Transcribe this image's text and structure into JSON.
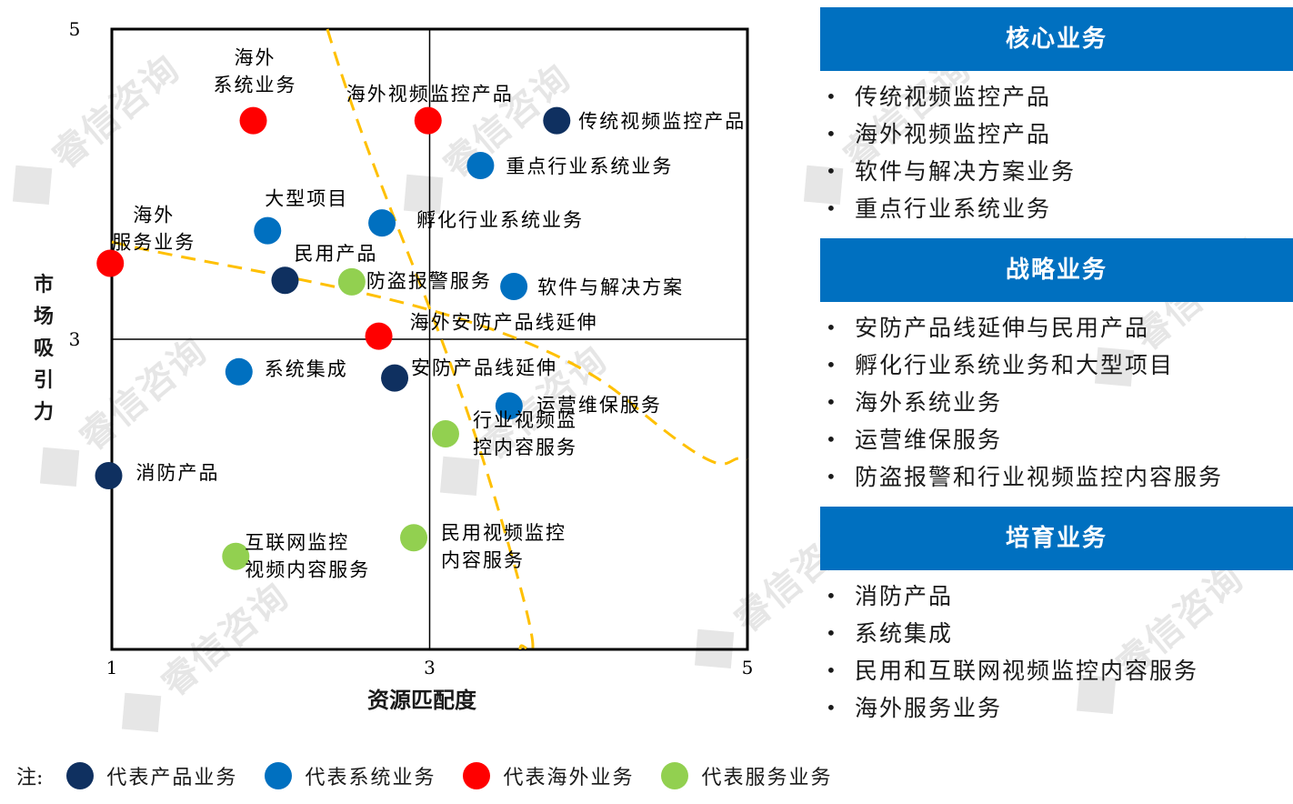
{
  "watermark_text": "睿信咨询",
  "chart_data": {
    "type": "scatter",
    "xlabel": "资源匹配度",
    "ylabel": "市场吸引力",
    "xlim": [
      1,
      5
    ],
    "ylim": [
      1,
      5
    ],
    "x_ticks": [
      "1",
      "3",
      "5"
    ],
    "y_ticks": [
      "3",
      "5"
    ],
    "quadrant_dividers": {
      "x": 3,
      "y": 3
    },
    "colors": {
      "product": "#0f3060",
      "system": "#0070c0",
      "overseas": "#ff0000",
      "service": "#92d050",
      "curve": "#ffc000"
    },
    "points": [
      {
        "label": "海外\n系统业务",
        "x": 1.89,
        "y": 4.41,
        "group": "overseas"
      },
      {
        "label": "海外视频监控产品",
        "x": 2.99,
        "y": 4.41,
        "group": "overseas"
      },
      {
        "label": "传统视频监控产品",
        "x": 3.8,
        "y": 4.41,
        "group": "product"
      },
      {
        "label": "重点行业系统业务",
        "x": 3.32,
        "y": 4.12,
        "group": "system"
      },
      {
        "label": "大型项目",
        "x": 1.98,
        "y": 3.7,
        "group": "system"
      },
      {
        "label": "孵化行业系统业务",
        "x": 2.7,
        "y": 3.75,
        "group": "system"
      },
      {
        "label": "海外\n服务业务",
        "x": 0.99,
        "y": 3.49,
        "group": "overseas"
      },
      {
        "label": "民用产品",
        "x": 2.09,
        "y": 3.38,
        "group": "product"
      },
      {
        "label": "防盗报警服务",
        "x": 2.51,
        "y": 3.37,
        "group": "service"
      },
      {
        "label": "软件与解决方案",
        "x": 3.53,
        "y": 3.34,
        "group": "system"
      },
      {
        "label": "海外安防产品线延伸",
        "x": 2.68,
        "y": 3.02,
        "group": "overseas"
      },
      {
        "label": "系统集成",
        "x": 1.8,
        "y": 2.79,
        "group": "system"
      },
      {
        "label": "安防产品线延伸",
        "x": 2.78,
        "y": 2.75,
        "group": "product"
      },
      {
        "label": "运营维保服务",
        "x": 3.5,
        "y": 2.57,
        "group": "system"
      },
      {
        "label": "行业视频监\n控内容服务",
        "x": 3.1,
        "y": 2.39,
        "group": "service"
      },
      {
        "label": "消防产品",
        "x": 0.98,
        "y": 2.12,
        "group": "product"
      },
      {
        "label": "民用视频监控\n内容服务",
        "x": 2.9,
        "y": 1.72,
        "group": "service"
      },
      {
        "label": "互联网监控\n视频内容服务",
        "x": 1.78,
        "y": 1.6,
        "group": "service"
      }
    ]
  },
  "categories": [
    {
      "title": "核心业务",
      "items": [
        "传统视频监控产品",
        "海外视频监控产品",
        "软件与解决方案业务",
        "重点行业系统业务"
      ]
    },
    {
      "title": "战略业务",
      "items": [
        "安防产品线延伸与民用产品",
        "孵化行业系统业务和大型项目",
        "海外系统业务",
        "运营维保服务",
        "防盗报警和行业视频监控内容服务"
      ]
    },
    {
      "title": "培育业务",
      "items": [
        "消防产品",
        "系统集成",
        "民用和互联网视频监控内容服务",
        "海外服务业务"
      ]
    }
  ],
  "legend": {
    "note_label": "注:",
    "items": [
      {
        "label": "代表产品业务",
        "group": "product"
      },
      {
        "label": "代表系统业务",
        "group": "system"
      },
      {
        "label": "代表海外业务",
        "group": "overseas"
      },
      {
        "label": "代表服务业务",
        "group": "service"
      }
    ]
  }
}
